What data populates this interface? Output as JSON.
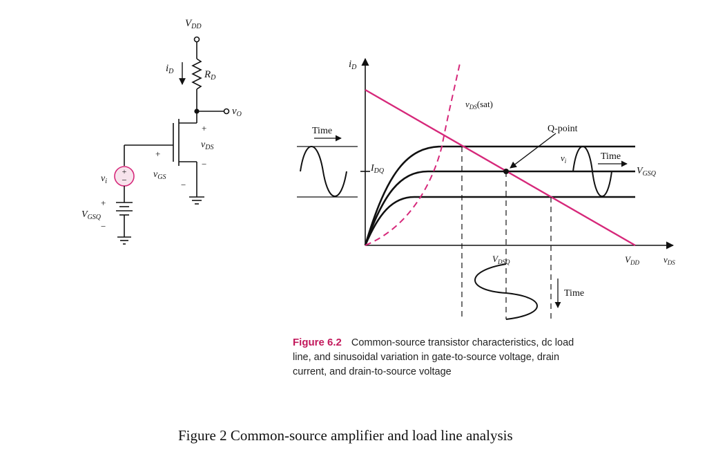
{
  "circuit": {
    "vdd": "V",
    "vdd_sub": "DD",
    "id": "i",
    "id_sub": "D",
    "rd": "R",
    "rd_sub": "D",
    "vo": "v",
    "vo_sub": "O",
    "vds": "v",
    "vds_sub": "DS",
    "vgs": "v",
    "vgs_sub": "GS",
    "vi": "v",
    "vi_sub": "i",
    "vgsq": "V",
    "vgsq_sub": "GSQ",
    "plus": "+",
    "minus": "−"
  },
  "graph": {
    "y_axis": "i",
    "y_axis_sub": "D",
    "x_axis": "v",
    "x_axis_sub": "DS",
    "vdd": "V",
    "vdd_sub": "DD",
    "vdsq": "V",
    "vdsq_sub": "DSQ",
    "idq": "I",
    "idq_sub": "DQ",
    "vds_sat": "v",
    "vds_sat_sub": "DS",
    "vds_sat_suffix": "(sat)",
    "q_point": "Q-point",
    "time_left": "Time",
    "time_right": "Time",
    "time_bottom": "Time",
    "vi": "v",
    "vi_sub": "i",
    "vgsq": "V",
    "vgsq_sub": "GSQ",
    "colors": {
      "load_line": "#d6287a",
      "curves": "#111111"
    }
  },
  "caption": {
    "figure_label": "Figure 6.2",
    "line1": "Common-source transistor characteristics, dc load",
    "line2": "line, and sinusoidal variation in gate-to-source voltage, drain",
    "line3": "current, and drain-to-source voltage"
  },
  "footer": {
    "title": "Figure 2 Common-source amplifier and load line analysis"
  }
}
